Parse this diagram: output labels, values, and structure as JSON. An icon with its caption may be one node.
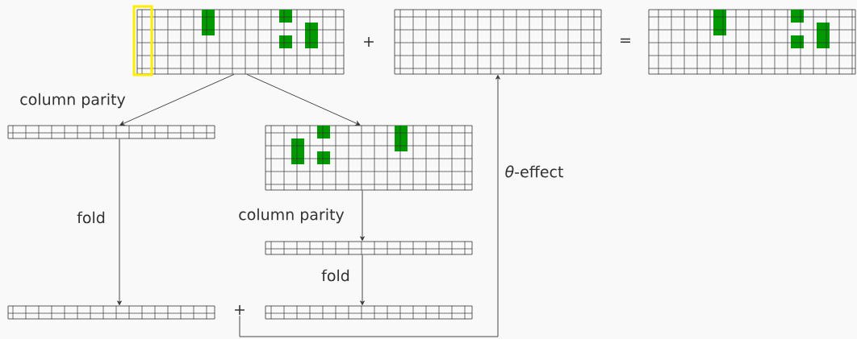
{
  "diagram": {
    "nodes": [
      {
        "text": [],
        "shape": "grid"
      },
      {
        "text": [],
        "shape": "grid"
      },
      {
        "text": [],
        "shape": "grid"
      },
      {
        "text": [],
        "shape": "bar"
      },
      {
        "text": [],
        "shape": "grid"
      },
      {
        "text": [],
        "shape": "bar"
      },
      {
        "text": [],
        "shape": "bar"
      },
      {
        "text": [
          "+"
        ]
      },
      {
        "text": [],
        "shape": "bar"
      }
    ],
    "edges": [
      {
        "from": 0,
        "to": 3,
        "arrow": "to",
        "label": "column parity"
      },
      {
        "from": 0,
        "to": 4,
        "arrow": "to"
      },
      {
        "from": 3,
        "to": 6,
        "arrow": "to",
        "label": "fold"
      },
      {
        "from": 4,
        "to": 5,
        "arrow": "to",
        "label": "column parity"
      },
      {
        "from": 5,
        "to": 8,
        "arrow": "to",
        "label": "fold"
      },
      {
        "from": 7,
        "to": 1,
        "arrow": "to",
        "label": "*θ*-effect"
      }
    ],
    "labels": [
      "+",
      "="
    ]
  }
}
